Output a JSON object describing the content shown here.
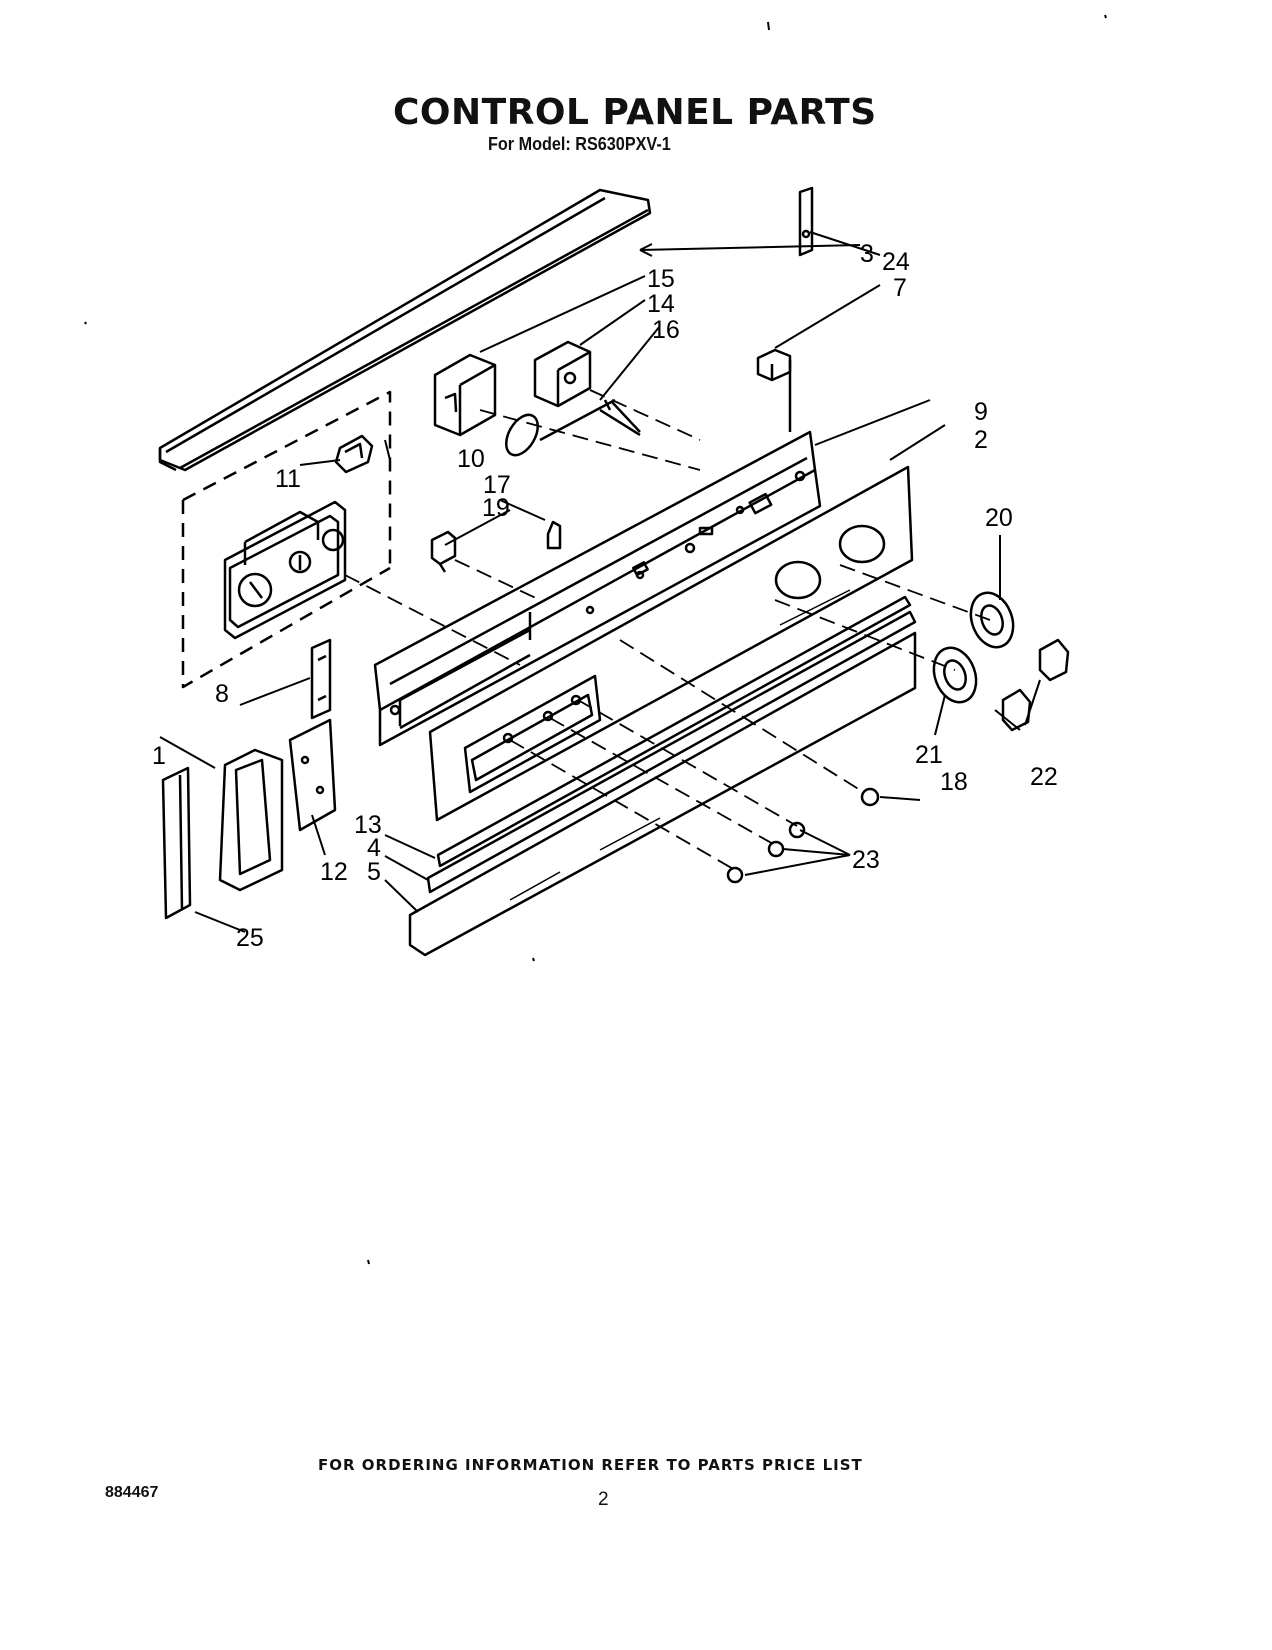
{
  "header": {
    "title": "CONTROL PANEL PARTS",
    "model_line": "For Model: RS630PXV-1"
  },
  "callouts": {
    "c1": "1",
    "c2": "2",
    "c3": "3",
    "c4": "4",
    "c5": "5",
    "c7": "7",
    "c8": "8",
    "c9": "9",
    "c10": "10",
    "c11": "11",
    "c12": "12",
    "c13": "13",
    "c14": "14",
    "c15": "15",
    "c16": "16",
    "c17": "17",
    "c18": "18",
    "c19": "19",
    "c20": "20",
    "c21": "21",
    "c22": "22",
    "c23": "23",
    "c24": "24",
    "c25": "25"
  },
  "footer": {
    "ordering_note": "FOR ORDERING INFORMATION REFER TO PARTS PRICE LIST",
    "doc_number": "884467",
    "page_number": "2"
  }
}
